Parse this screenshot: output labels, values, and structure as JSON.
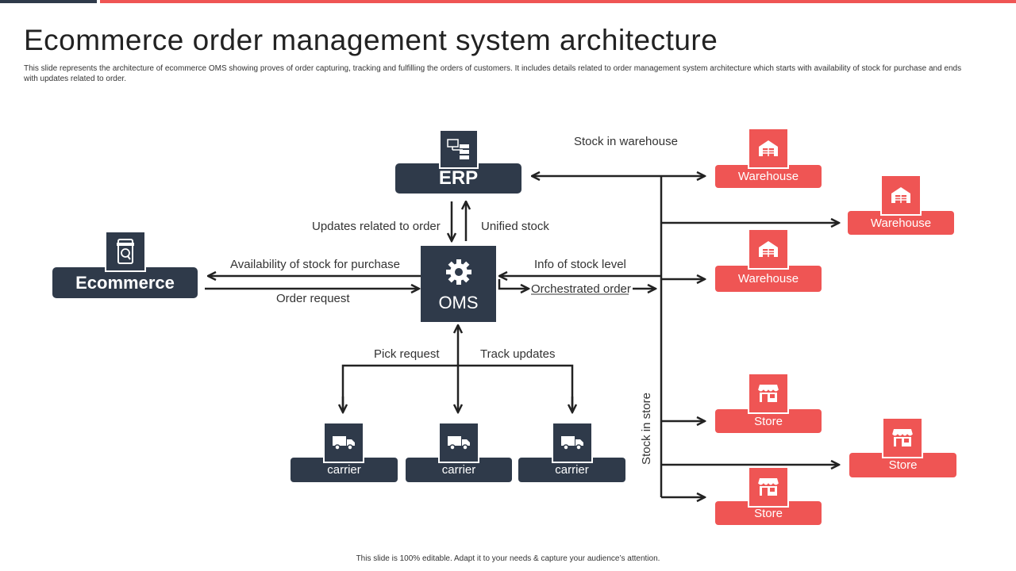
{
  "slide": {
    "title": "Ecommerce order management system architecture",
    "subtitle": "This slide represents the architecture of ecommerce OMS showing proves of order capturing, tracking and fulfilling the orders of customers. It includes details related to order management system architecture which starts with availability of stock for purchase and ends with updates related to order.",
    "footer": "This slide is 100% editable. Adapt it to your needs & capture your audience’s attention."
  },
  "nodes": {
    "erp": "ERP",
    "oms": "OMS",
    "ecommerce": "Ecommerce",
    "carriers": [
      "carrier",
      "carrier",
      "carrier"
    ],
    "warehouses": [
      "Warehouse",
      "Warehouse",
      "Warehouse"
    ],
    "stores": [
      "Store",
      "Store",
      "Store"
    ]
  },
  "edge_labels": {
    "stock_in_warehouse": "Stock in warehouse",
    "updates_related_to_order": "Updates related to order",
    "unified_stock": "Unified stock",
    "availability_of_stock": "Availability  of stock for purchase",
    "order_request": "Order request",
    "info_of_stock_level": "Info of stock level",
    "orchestrated_order": "Orchestrated order",
    "pick_request": "Pick request",
    "track_updates": "Track updates",
    "stock_in_store": "Stock in store"
  },
  "colors": {
    "dark": "#2f3a4a",
    "accent": "#ef5554"
  },
  "icons": {
    "erp": "network-computer-icon",
    "oms": "gear-icon",
    "ecommerce": "mobile-shop-icon",
    "carrier": "truck-icon",
    "warehouse": "warehouse-icon",
    "store": "storefront-icon"
  }
}
